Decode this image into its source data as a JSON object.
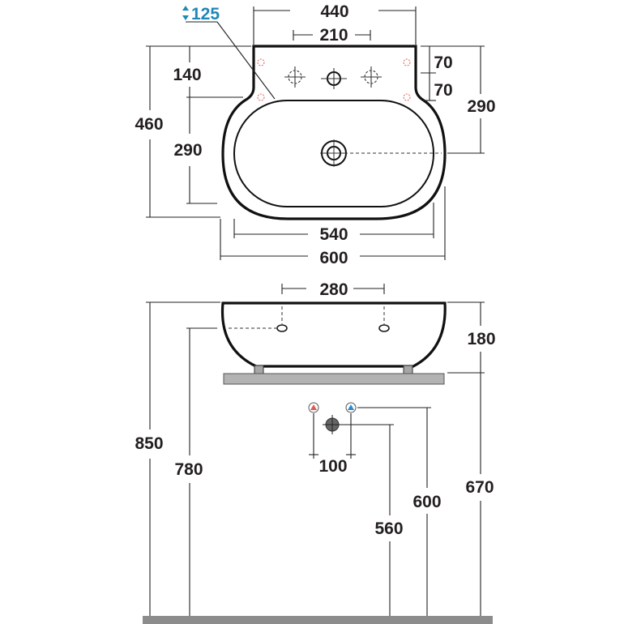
{
  "depth_label": "125",
  "depth_arrow_icon": "up-down-arrow-icon",
  "colors": {
    "text": "#231f20",
    "depth_blue": "#1e88b8",
    "counter": "#b3b3b3",
    "floor": "#8c8c8c",
    "hot": "#e05a4f",
    "cold": "#2a8ad0",
    "drain": "#666666"
  },
  "plan_view": {
    "dims": {
      "top_width": "440",
      "tap_spacing": "210",
      "upper_offset": "70",
      "lower_offset": "70",
      "right_height": "290",
      "left_total": "460",
      "left_upper": "140",
      "left_lower": "290",
      "inner_width": "540",
      "outer_width": "600"
    }
  },
  "side_view": {
    "dims": {
      "tap_spacing": "280",
      "bowl_height": "180",
      "total_height": "850",
      "hole_height": "780",
      "valve_spacing": "100",
      "supply_height": "600",
      "drain_height": "560",
      "counter_height": "670"
    }
  }
}
